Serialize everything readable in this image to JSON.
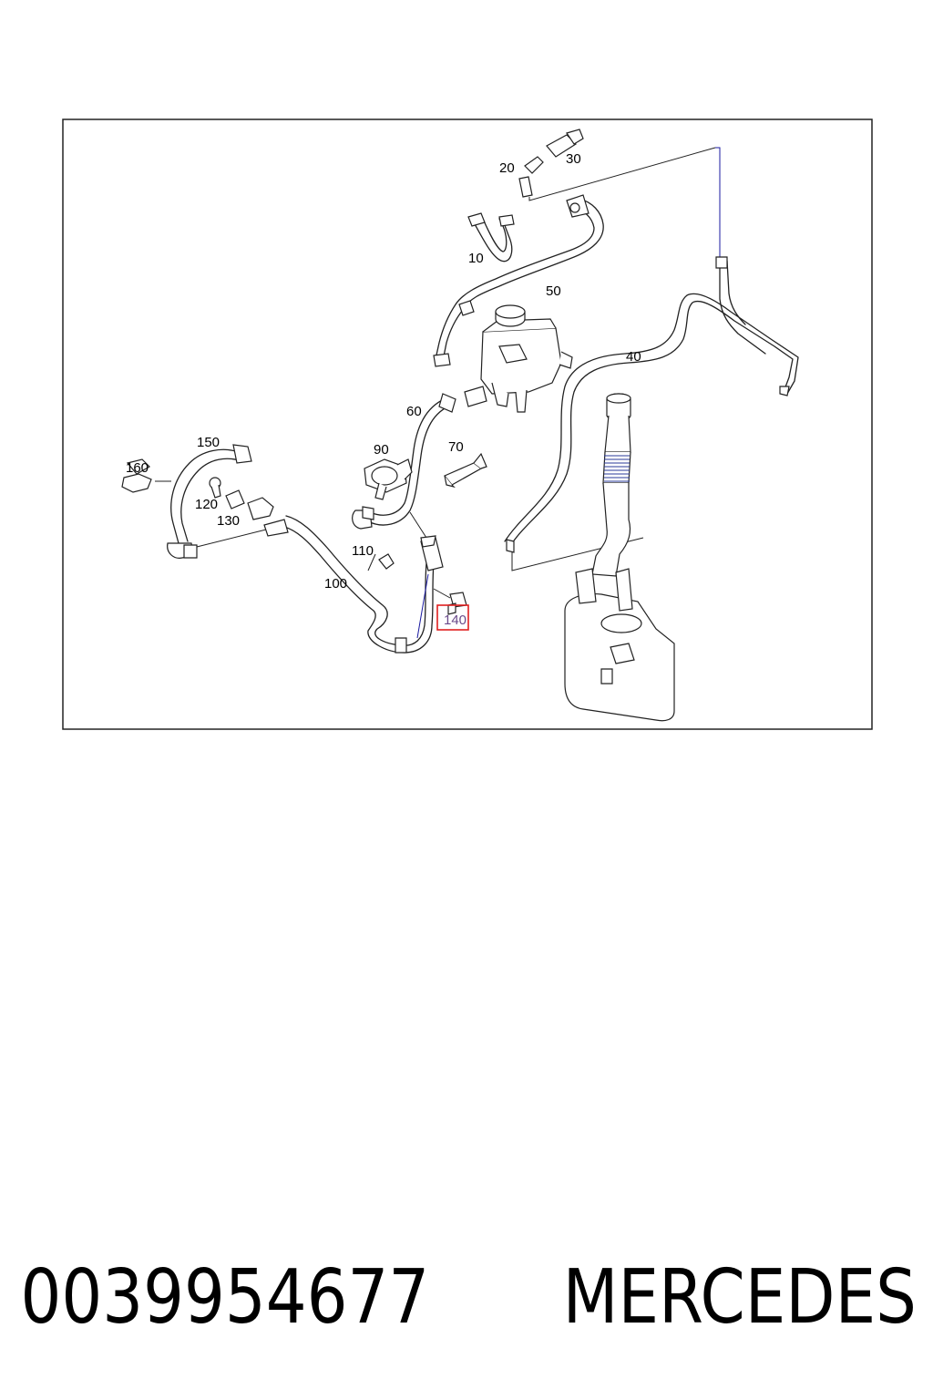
{
  "diagram": {
    "callouts": {
      "c10": "10",
      "c20": "20",
      "c30": "30",
      "c40": "40",
      "c50": "50",
      "c60": "60",
      "c70": "70",
      "c90": "90",
      "c100": "100",
      "c110": "110",
      "c120": "120",
      "c130": "130",
      "c140": "140",
      "c150": "150",
      "c160": "160"
    },
    "highlighted_callout": "140",
    "highlight_color": "#e02020",
    "leader_color": "#1a1aa0"
  },
  "caption": {
    "part_number": "0039954677",
    "brand": "MERCEDES"
  }
}
